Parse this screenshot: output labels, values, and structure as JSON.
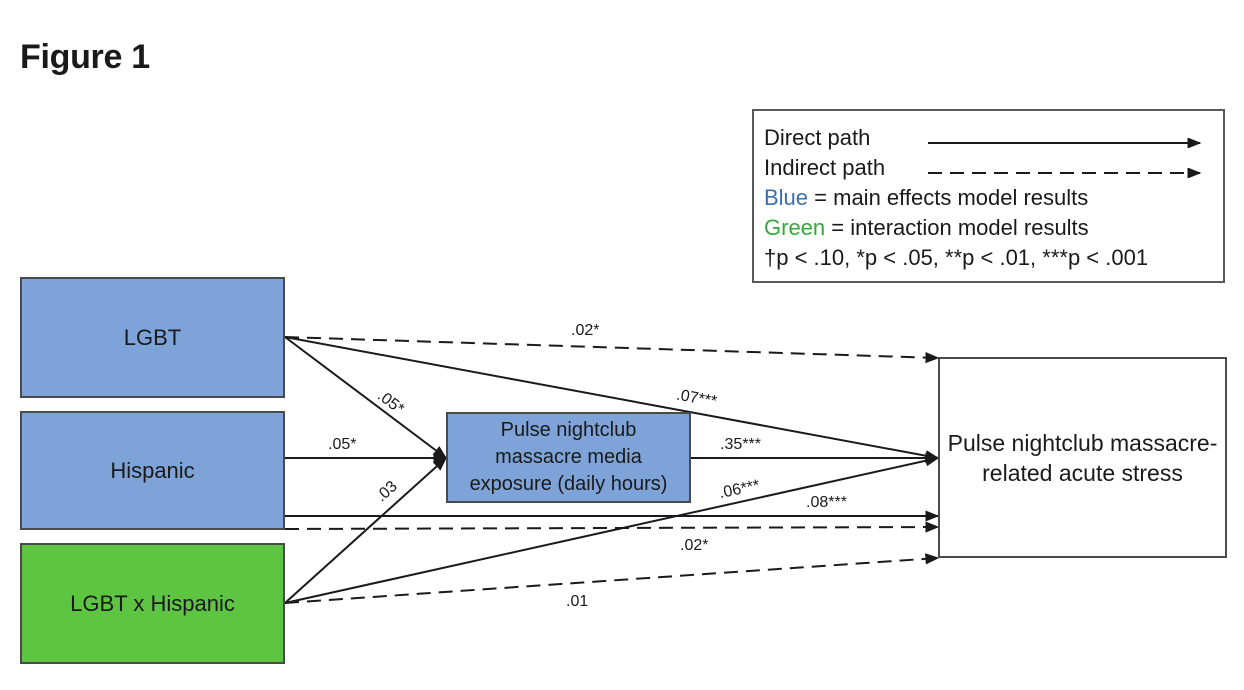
{
  "figure_title": "Figure 1",
  "legend": {
    "direct_path": "Direct path",
    "indirect_path": "Indirect path",
    "blue_word": "Blue",
    "blue_rest": " = main effects model results",
    "green_word": "Green",
    "green_rest": " = interaction model results",
    "sig_note": "†p < .10, *p < .05, **p < .01, ***p < .001"
  },
  "nodes": {
    "lgbt": "LGBT",
    "hispanic": "Hispanic",
    "interaction": "LGBT x Hispanic",
    "mediator": "Pulse nightclub massacre media exposure (daily hours)",
    "outcome": "Pulse nightclub massacre-related acute stress"
  },
  "coefficients": {
    "lgbt_to_outcome_indirect": ".02*",
    "lgbt_to_outcome_direct": ".07***",
    "lgbt_to_mediator": ".05*",
    "hispanic_to_mediator": ".05*",
    "interaction_to_mediator": ".03",
    "mediator_to_outcome": ".35***",
    "interaction_to_outcome_direct": ".06***",
    "hispanic_to_outcome_direct": ".08***",
    "hispanic_to_outcome_indirect": ".02*",
    "interaction_to_outcome_indirect": ".01"
  },
  "colors": {
    "blue_box": "#7ea3d8",
    "green_box": "#5ec542",
    "blue_text": "#3c6fb0",
    "green_text": "#35a83a"
  }
}
